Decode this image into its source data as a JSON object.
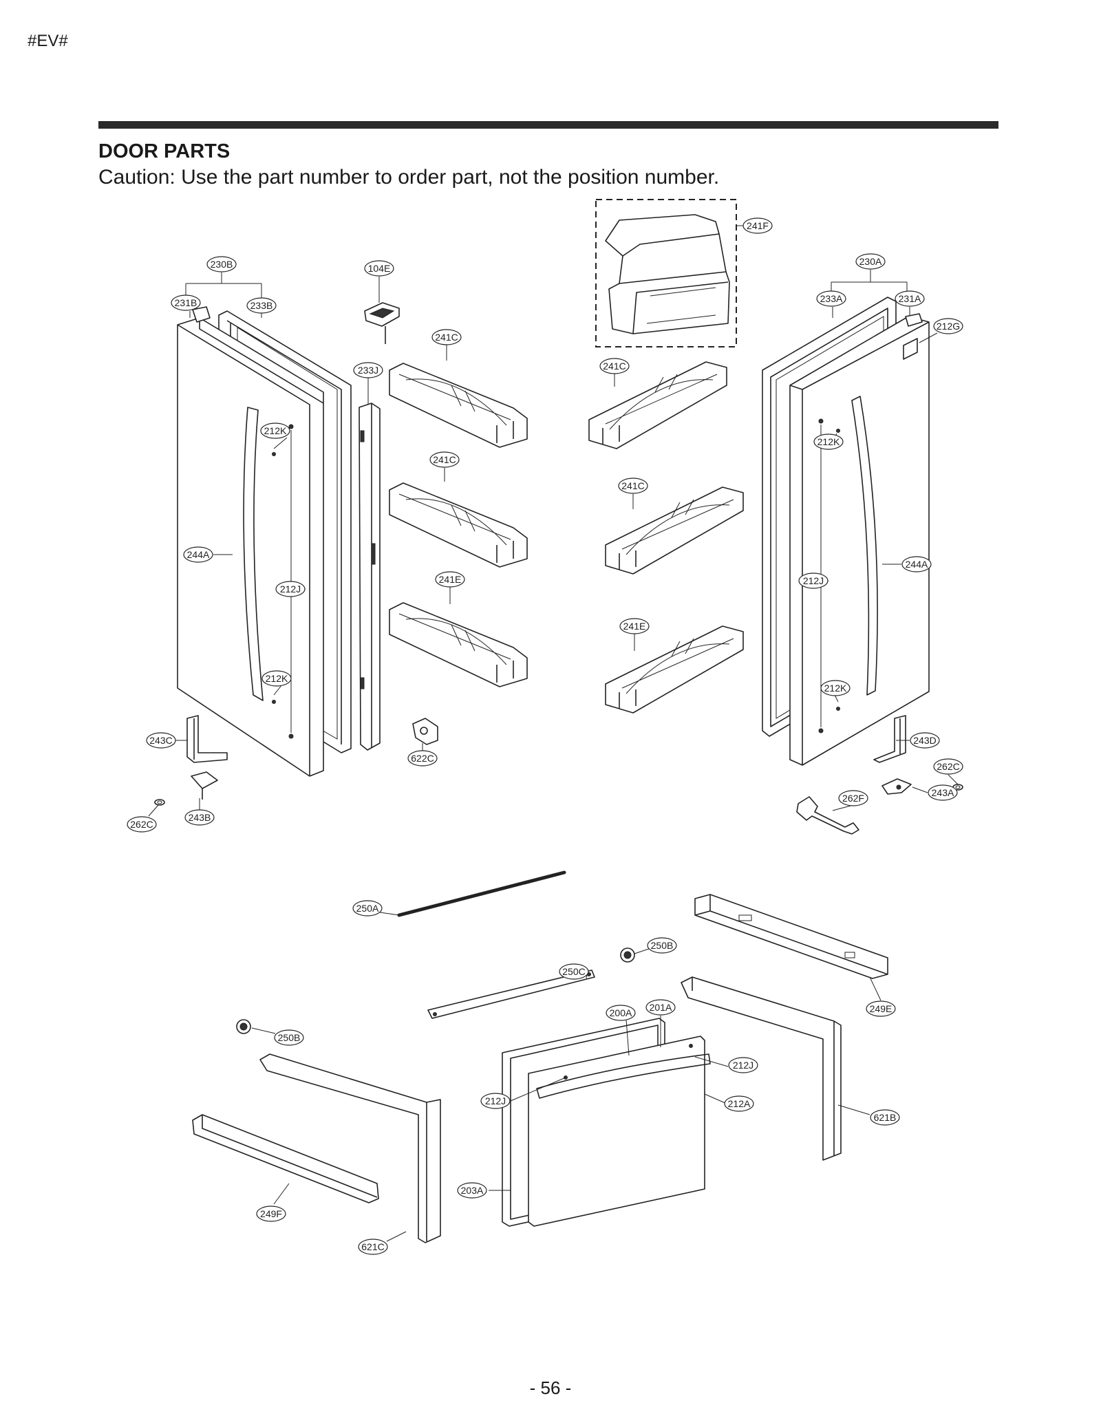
{
  "header": {
    "code": "#EV#"
  },
  "section": {
    "title": "DOOR PARTS",
    "caution": "Caution: Use the part number to order part, not the position number."
  },
  "page_number": "- 56 -",
  "callouts": [
    {
      "id": "c-241F",
      "label": "241F"
    },
    {
      "id": "c-230B",
      "label": "230B"
    },
    {
      "id": "c-104E",
      "label": "104E"
    },
    {
      "id": "c-230A",
      "label": "230A"
    },
    {
      "id": "c-231B",
      "label": "231B"
    },
    {
      "id": "c-233B",
      "label": "233B"
    },
    {
      "id": "c-233A",
      "label": "233A"
    },
    {
      "id": "c-231A",
      "label": "231A"
    },
    {
      "id": "c-212G",
      "label": "212G"
    },
    {
      "id": "c-241C-1",
      "label": "241C"
    },
    {
      "id": "c-233J",
      "label": "233J"
    },
    {
      "id": "c-241C-2",
      "label": "241C"
    },
    {
      "id": "c-212K-1",
      "label": "212K"
    },
    {
      "id": "c-212K-2",
      "label": "212K"
    },
    {
      "id": "c-241C-3",
      "label": "241C"
    },
    {
      "id": "c-241C-4",
      "label": "241C"
    },
    {
      "id": "c-244A-1",
      "label": "244A"
    },
    {
      "id": "c-244A-2",
      "label": "244A"
    },
    {
      "id": "c-212J-1",
      "label": "212J"
    },
    {
      "id": "c-241E-1",
      "label": "241E"
    },
    {
      "id": "c-212J-2",
      "label": "212J"
    },
    {
      "id": "c-241E-2",
      "label": "241E"
    },
    {
      "id": "c-212K-3",
      "label": "212K"
    },
    {
      "id": "c-212K-4",
      "label": "212K"
    },
    {
      "id": "c-243C",
      "label": "243C"
    },
    {
      "id": "c-243D",
      "label": "243D"
    },
    {
      "id": "c-622C",
      "label": "622C"
    },
    {
      "id": "c-262C-1",
      "label": "262C"
    },
    {
      "id": "c-243A",
      "label": "243A"
    },
    {
      "id": "c-262F",
      "label": "262F"
    },
    {
      "id": "c-243B",
      "label": "243B"
    },
    {
      "id": "c-262C-2",
      "label": "262C"
    },
    {
      "id": "c-250A",
      "label": "250A"
    },
    {
      "id": "c-250B-1",
      "label": "250B"
    },
    {
      "id": "c-250C",
      "label": "250C"
    },
    {
      "id": "c-249E",
      "label": "249E"
    },
    {
      "id": "c-200A",
      "label": "200A"
    },
    {
      "id": "c-201A",
      "label": "201A"
    },
    {
      "id": "c-250B-2",
      "label": "250B"
    },
    {
      "id": "c-212J-3",
      "label": "212J"
    },
    {
      "id": "c-212J-4",
      "label": "212J"
    },
    {
      "id": "c-212A",
      "label": "212A"
    },
    {
      "id": "c-621B",
      "label": "621B"
    },
    {
      "id": "c-203A",
      "label": "203A"
    },
    {
      "id": "c-249F",
      "label": "249F"
    },
    {
      "id": "c-621C",
      "label": "621C"
    }
  ]
}
